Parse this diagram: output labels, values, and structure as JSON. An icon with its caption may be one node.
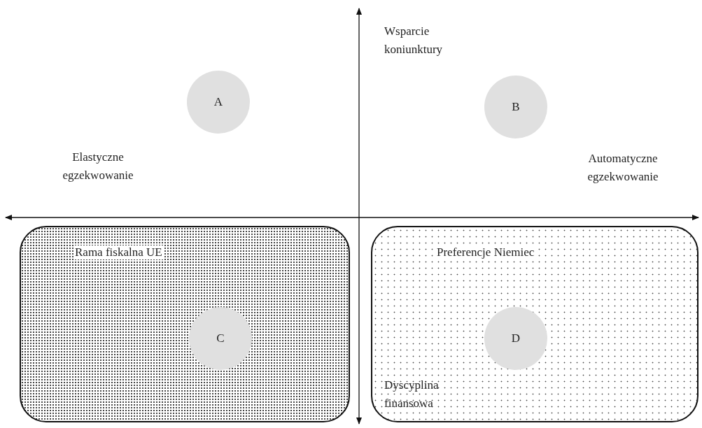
{
  "diagram": {
    "nodes": [
      {
        "text": [
          "A"
        ]
      },
      {
        "text": [
          "B"
        ]
      },
      {
        "text": [
          "Rama fiskalna UE"
        ]
      },
      {
        "text": [
          "C"
        ],
        "in": 2
      },
      {
        "text": [
          "Preferencje Niemiec"
        ]
      },
      {
        "text": [
          "D"
        ],
        "in": 4
      }
    ],
    "edges": [],
    "labels": [
      "Wsparcie koniunktury",
      "Elastyczne egzekwowanie",
      "Automatyczne egzekwowanie",
      "Dyscyplina finansowa"
    ]
  }
}
